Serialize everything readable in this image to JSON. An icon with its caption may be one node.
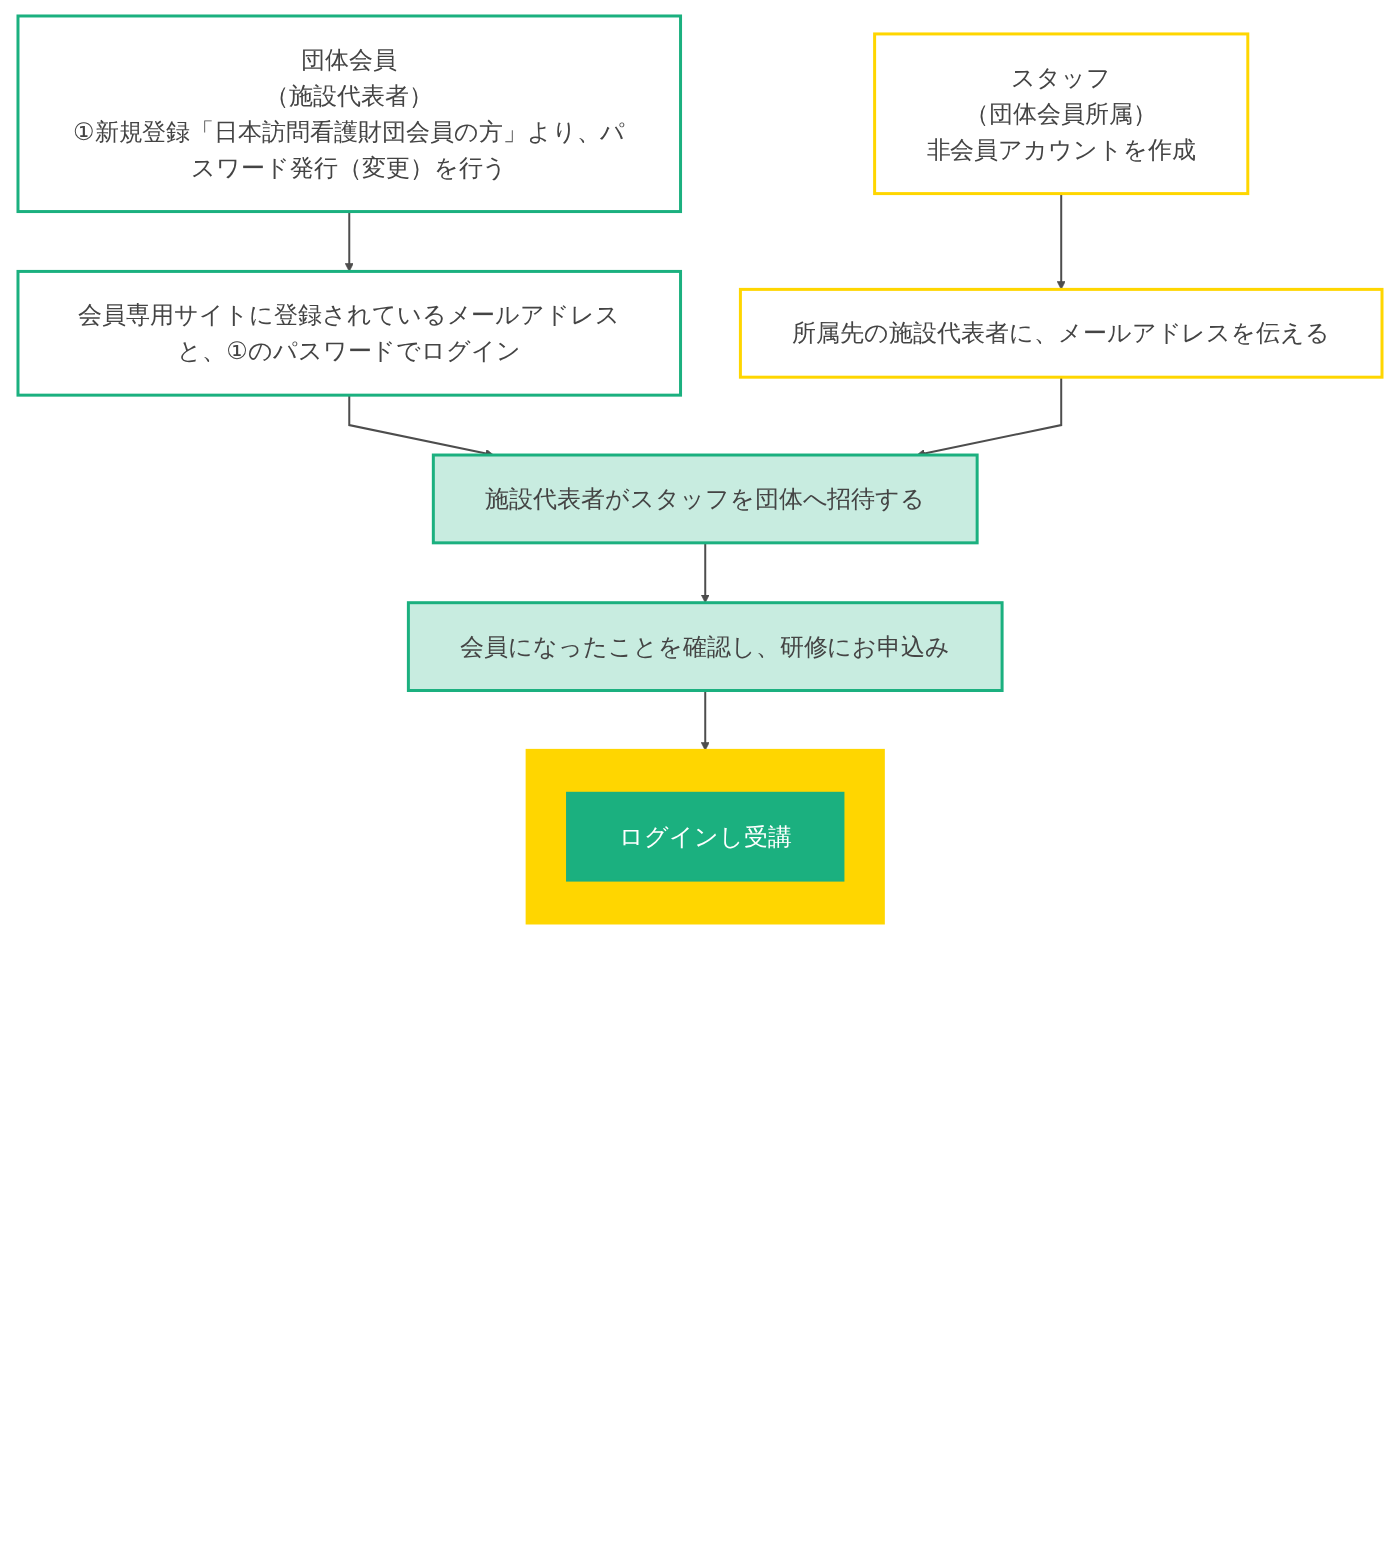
{
  "diagram": {
    "nodes": [
      {
        "text": [
          "団体会員",
          "（施設代表者）",
          "①新規登録「日本訪問看護財団会員の方」より、パスワード発行（変更）を行う"
        ]
      },
      {
        "text": [
          "スタッフ",
          "（団体会員所属）",
          "非会員アカウントを作成"
        ]
      },
      {
        "text": [
          "会員専用サイトに登録されているメールアドレスと、①のパスワードでログイン"
        ]
      },
      {
        "text": [
          "所属先の施設代表者に、メールアドレスを伝える"
        ]
      },
      {
        "text": [
          "施設代表者がスタッフを団体へ招待する"
        ]
      },
      {
        "text": [
          "会員になったことを確認し、研修にお申込み"
        ]
      },
      {
        "text": [],
        "shape": "box"
      },
      {
        "text": [
          "ログインし受講"
        ],
        "in": 6
      }
    ],
    "edges": [
      {
        "from": 0,
        "to": 2,
        "arrow": "to"
      },
      {
        "from": 1,
        "to": 3,
        "arrow": "to"
      },
      {
        "from": 2,
        "to": 4,
        "arrow": "to"
      },
      {
        "from": 3,
        "to": 4,
        "arrow": "to"
      },
      {
        "from": 4,
        "to": 5,
        "arrow": "to"
      },
      {
        "from": 5,
        "to": 6,
        "arrow": "to"
      }
    ]
  }
}
